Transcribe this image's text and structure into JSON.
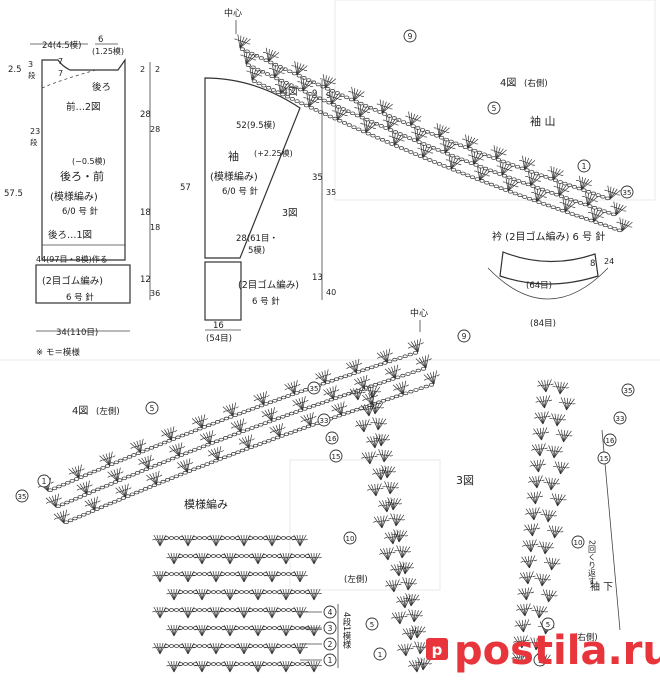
{
  "colors": {
    "ink": "#222222",
    "watermark": "#e8343b",
    "background": "#ffffff"
  },
  "body_diagram": {
    "top_width": "24(4.5模)",
    "shoulder": "6",
    "shoulder_sub": "(1.25模)",
    "neck_back": "7",
    "neck_front": "7",
    "left_top_2_5": "2.5",
    "left_3": "3",
    "left_3_dan": "段",
    "label_back": "後ろ",
    "label_front_2": "前…2図",
    "left_23": "23",
    "left_23_dan": "段",
    "minus_0_5": "(−0.5模)",
    "title_back_front": "後ろ・前",
    "pattern": "(模様編み)",
    "hook": "6/0 号 針",
    "total_height": "57.5",
    "back_1": "後ろ…1図",
    "cast_on": "44(97目・8模)作る",
    "ribbing": "(2目ゴム編み)",
    "needle": "6 号 針",
    "bottom_width": "34(110目)",
    "note": "※ モ＝模様",
    "right_2": "2",
    "right_2_dan": "2",
    "right_28": "28",
    "right_28_dan": "28",
    "right_18": "18",
    "right_18_dan": "18",
    "right_12": "12",
    "right_36_dan": "36"
  },
  "sleeve_diagram": {
    "fig4": "4図",
    "right_9": "9",
    "right_9_dan": "9",
    "width_52": "52(9.5模)",
    "title_sleeve": "袖",
    "plus_2_25": "(+2.25模)",
    "pattern": "(模様編み)",
    "hook": "6/0 号 針",
    "total_57": "57",
    "fig3": "3図",
    "right_35": "35",
    "right_35_dan": "35",
    "width_28": "28(61目・",
    "width_28b": "5模)",
    "ribbing": "(2目ゴム編み)",
    "needle": "6 号 針",
    "right_13": "13",
    "right_40_dan": "40",
    "bottom_16": "16",
    "bottom_54": "(54目)"
  },
  "collar": {
    "title": "衿 (2目ゴム編み) 6 号 針",
    "right_8": "8",
    "right_24_dan": "24",
    "inner": "(64目)",
    "outer": "(84目)"
  },
  "sleeve_cap": {
    "center": "中心",
    "fig4_right": "4図",
    "right_side": "(右側)",
    "title": "袖 山",
    "marks": [
      "9",
      "5",
      "1",
      "35"
    ]
  },
  "left_chart": {
    "center": "中心",
    "fig4_left": "4図",
    "left_side": "(左側)",
    "marks": [
      "9",
      "35",
      "5",
      "1",
      "35"
    ]
  },
  "fig3_chart": {
    "fig3": "3図",
    "left_side": "(左側)",
    "left_marks": [
      "33",
      "16",
      "15",
      "10",
      "5",
      "1"
    ],
    "right_marks": [
      "35",
      "33",
      "16",
      "15",
      "10",
      "5",
      "1"
    ],
    "repeat": "2回くり返す",
    "sleeve_under": "袖 下",
    "right_side": "(右側)"
  },
  "pattern_chart": {
    "title": "模様編み",
    "rows": [
      "4",
      "3",
      "2",
      "1"
    ],
    "rows_label": "4段1模様"
  },
  "watermark": {
    "brand": "postila.ru"
  }
}
